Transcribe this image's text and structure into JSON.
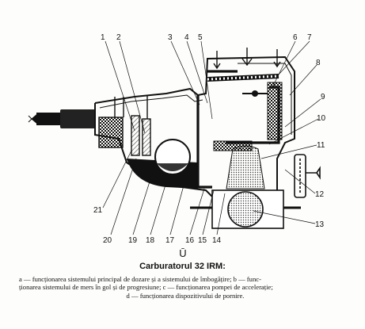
{
  "figure": {
    "sub_label": "Ū",
    "callouts": [
      "1",
      "2",
      "3",
      "4",
      "5",
      "6",
      "7",
      "8",
      "9",
      "10",
      "11",
      "12",
      "13",
      "14",
      "15",
      "16",
      "17",
      "18",
      "19",
      "20",
      "21"
    ]
  },
  "caption": {
    "title": "Carburatorul 32 IRM:",
    "lines": [
      "a — funcționarea sistemului principal de dozare și a sistemului de îmbogățire; b — func-",
      "ționarea sistemului de mers în gol și de progresiune; c — funcționarea pompei de accelerație;",
      "d — funcționarea dispozitivului de pornire."
    ]
  },
  "colors": {
    "ink": "#111111",
    "paper": "#fdfdfb",
    "hatch": "#444444"
  }
}
